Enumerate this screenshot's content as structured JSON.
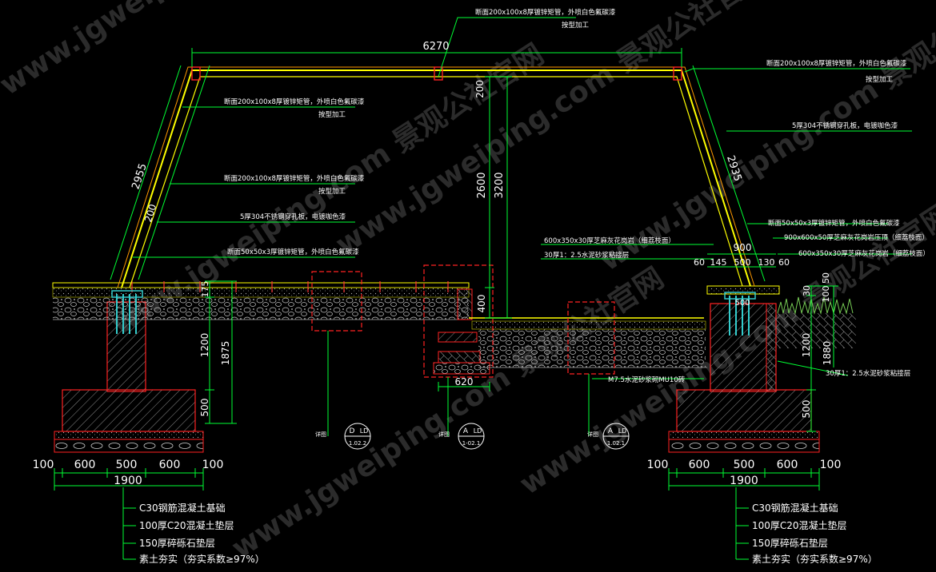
{
  "overall_dim": "6270",
  "dims_vertical": {
    "beam_depth": "200",
    "inner_height": "2600",
    "total_height": "3200",
    "left_diag": "2955",
    "left_width": "200",
    "right_diag": "2935",
    "top_step": "400",
    "left_f1": "175",
    "left_f2": "1200",
    "left_f3": "1875",
    "left_f4": "500",
    "right_f1": "30",
    "right_f2": "100",
    "right_f3": "50",
    "right_f4": "1200",
    "right_f5": "1880",
    "right_f6": "500"
  },
  "dims_horizontal": {
    "step_width": "620",
    "curb_total": "900",
    "curb_a": "60",
    "curb_b": "145",
    "curb_c": "500",
    "curb_d": "130",
    "curb_e": "60",
    "curb_inner": "500"
  },
  "footing_left": {
    "segments": [
      "100",
      "600",
      "500",
      "600",
      "100"
    ],
    "total": "1900"
  },
  "footing_right": {
    "segments": [
      "100",
      "600",
      "500",
      "600",
      "100"
    ],
    "total": "1900"
  },
  "annotations": {
    "top_center_1": "断面200x100x8厚镀锌矩管，外喷白色氟碳漆",
    "top_center_2": "按型加工",
    "top_right_1": "断面200x100x8厚镀锌矩管，外喷白色氟碳漆",
    "top_right_2": "按型加工",
    "left_a_1": "断面200x100x8厚镀锌矩管，外喷白色氟碳漆",
    "left_a_2": "按型加工",
    "left_b_1": "断面200x100x8厚镀锌矩管，外喷白色氟碳漆",
    "left_b_2": "按型加工",
    "left_c": "5厚304不锈钢穿孔板，电镀咖色漆",
    "left_d": "断面50x50x3厚镀锌矩管，外喷白色氟碳漆",
    "right_a": "5厚304不锈钢穿孔板，电镀咖色漆",
    "right_b": "断面50x50x3厚镀锌矩管，外喷白色氟碳漆",
    "right_c": "900x600x50厚芝麻灰花岗岩压顶（细荔枝面）",
    "right_d": "600x350x30厚芝麻灰花岗岩（细荔枝面）",
    "mid_a": "600x350x30厚芝麻灰花岗岩（细荔枝面）",
    "mid_b": "30厚1：2.5水泥砂浆粘接层",
    "mid_c": "M7.5水泥砂浆砌MU10砖",
    "right_e": "30厚1：2.5水泥砂浆粘接层"
  },
  "callouts": [
    {
      "label": "详图",
      "letter": "D",
      "sheet": "LD",
      "ref": "1.02.2"
    },
    {
      "label": "详图",
      "letter": "A",
      "sheet": "LD",
      "ref": "1-02.1"
    },
    {
      "label": "详图",
      "letter": "A",
      "sheet": "LD",
      "ref": "1.02.1"
    }
  ],
  "legend_left": [
    "C30钢筋混凝土基础",
    "100厚C20混凝土垫层",
    "150厚碎砾石垫层",
    "素土夯实（夯实系数≥97%）"
  ],
  "legend_right": [
    "C30钢筋混凝土基础",
    "100厚C20混凝土垫层",
    "150厚碎砾石垫层",
    "素土夯实（夯实系数≥97%）"
  ],
  "watermark": "www.jgweiping.com 景观公社官网",
  "colors": {
    "background": "#000000",
    "frame": "#ffff00",
    "frame_edge": "#ff9900",
    "dim": "#00ff33",
    "leader": "#00ff33",
    "section_red": "#ff0000",
    "text": "#ffffff",
    "paving": "#ffff00",
    "rebar": "#33cccc",
    "bubble": "#ffffff"
  }
}
